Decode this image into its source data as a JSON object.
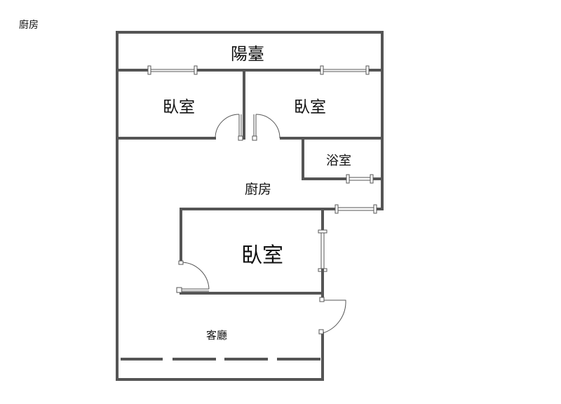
{
  "page_label": "廚房",
  "rooms": {
    "balcony": "陽臺",
    "bedroom_left": "臥室",
    "bedroom_right": "臥室",
    "bathroom": "浴室",
    "kitchen": "廚房",
    "bedroom_main": "臥室",
    "living_room": "客廳"
  }
}
